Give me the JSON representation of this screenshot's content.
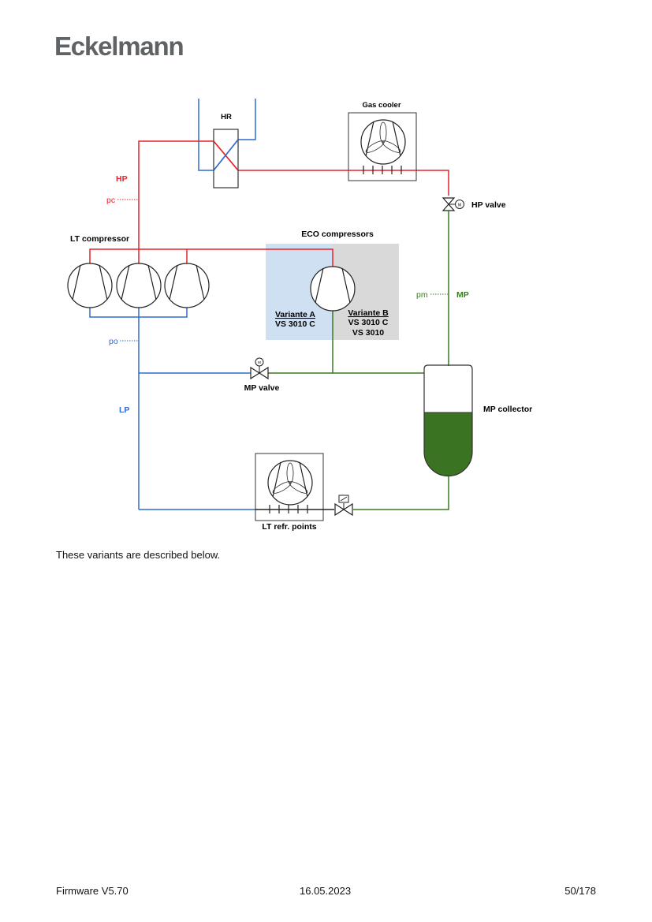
{
  "header": {
    "logo_text": "Eckelmann"
  },
  "diagram": {
    "labels": {
      "hr": "HR",
      "gas_cooler": "Gas cooler",
      "hp": "HP",
      "pc": "pc",
      "hp_valve": "HP valve",
      "lt_compressor": "LT compressor",
      "eco_compressors": "ECO compressors",
      "variant_a_title": "Variante A",
      "variant_a_line1": "VS 3010 C",
      "variant_b_title": "Variante B",
      "variant_b_line1": "VS 3010 C",
      "variant_b_line2": "VS 3010",
      "pm": "pm",
      "mp": "MP",
      "po": "po",
      "mp_valve": "MP valve",
      "mp_collector": "MP collector",
      "lp": "LP",
      "lt_refr_points": "LT refr. points",
      "motor_symbol": "M"
    },
    "colors": {
      "high_pressure": "#e8222a",
      "low_pressure": "#2f6bd0",
      "medium_pressure": "#3a7a23",
      "variant_a_bg": "#cfe0f2",
      "variant_b_bg": "#d9d9d9",
      "collector_fill": "#3a7322"
    },
    "collector_fill_level": 0.55
  },
  "body": {
    "text": "These variants are described below."
  },
  "footer": {
    "left": "Firmware V5.70",
    "center": "16.05.2023",
    "right": "50/178"
  }
}
